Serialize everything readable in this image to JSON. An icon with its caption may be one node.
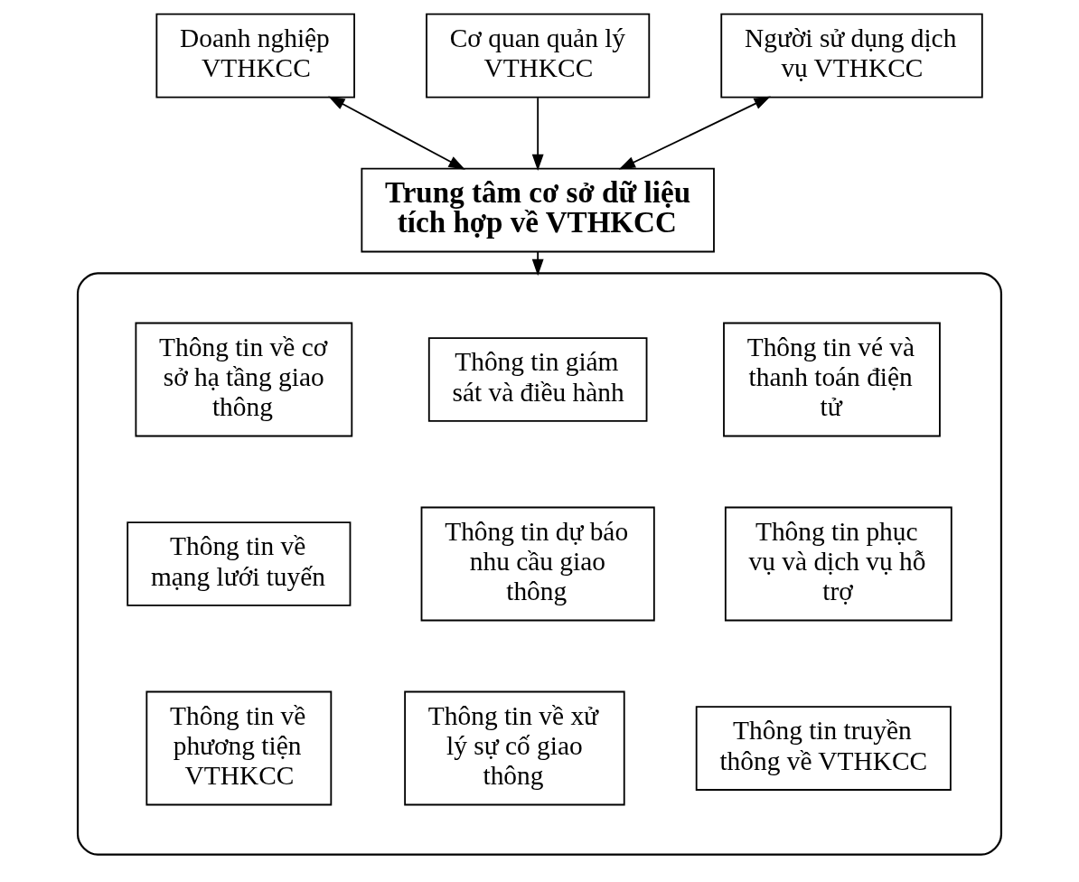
{
  "diagram": {
    "nodes": [
      {
        "text": [
          "Doanh nghiệp VTHKCC"
        ]
      },
      {
        "text": [
          "Cơ quan quản lý VTHKCC"
        ]
      },
      {
        "text": [
          "Người sử dụng dịch vụ VTHKCC"
        ]
      },
      {
        "text": [
          "Trung tâm cơ sở dữ liệu tích hợp về VTHKCC"
        ]
      },
      {
        "text": [],
        "shape": "box"
      },
      {
        "text": [
          "Thông tin về cơ sở hạ tầng giao thông"
        ],
        "in": 4
      },
      {
        "text": [
          "Thông tin giám sát và điều hành"
        ],
        "in": 4
      },
      {
        "text": [
          "Thông tin vé và thanh toán điện tử"
        ],
        "in": 4
      },
      {
        "text": [
          "Thông tin về mạng lưới tuyến"
        ],
        "in": 4
      },
      {
        "text": [
          "Thông tin dự báo nhu cầu giao thông"
        ],
        "in": 4
      },
      {
        "text": [
          "Thông tin phục vụ và dịch vụ hỗ trợ"
        ],
        "in": 4
      },
      {
        "text": [
          "Thông tin về phương tiện VTHKCC"
        ],
        "in": 4
      },
      {
        "text": [
          "Thông tin về xử lý sự cố giao thông"
        ],
        "in": 4
      },
      {
        "text": [
          "Thông tin truyền thông về VTHKCC"
        ],
        "in": 4
      }
    ],
    "edges": [
      {
        "from": 0,
        "to": 3,
        "arrow": "both"
      },
      {
        "from": 1,
        "to": 3,
        "arrow": "to"
      },
      {
        "from": 2,
        "to": 3,
        "arrow": "both"
      },
      {
        "from": 3,
        "to": 4,
        "arrow": "to"
      }
    ]
  }
}
